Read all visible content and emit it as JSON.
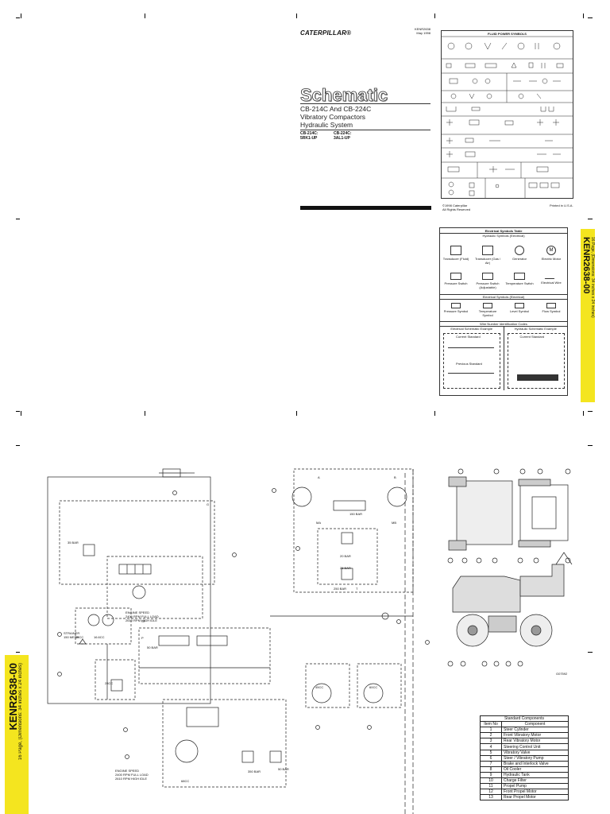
{
  "header": {
    "brand": "CATERPILLAR®",
    "doc_number": "KENR2638",
    "doc_date": "May 1998",
    "title": "Schematic",
    "subtitle_lines": [
      "CB-214C And CB-224C",
      "Vibratory Compactors",
      "Hydraulic System"
    ],
    "model_left_name": "CB-214C:",
    "model_left_sn": "5RK1-UP",
    "model_right_name": "CB-224C:",
    "model_right_sn": "3AL1-UP",
    "copyright_lines": [
      "©1998 Caterpillar",
      "All Rights Reserved"
    ],
    "printed": "Printed in U.S.A."
  },
  "fluid_power": {
    "title": "FLUID POWER SYMBOLS"
  },
  "electrical_table": {
    "title": "Electrical Symbols Table",
    "hydraulic_header": "Hydraulic Symbols (Electrical)",
    "symbols_row1": [
      "Transducer (Fluid)",
      "Transducer (Gas / Air)",
      "Generator",
      "Electric Motor"
    ],
    "symbols_row2": [
      "Pressure Switch",
      "Pressure Switch (Adjustable)",
      "Temperature Switch",
      "Electrical Wire"
    ],
    "electrical_header": "Electrical Symbols (Electrical)",
    "electrical_symbols": [
      "Pressure Symbol",
      "Temperature Symbol",
      "Level Symbol",
      "Flow Symbol"
    ],
    "wire_header": "Wire Number Identification Codes",
    "elec_example": "Electrical Schematic Example",
    "hyd_example": "Hydraulic Schematic Example",
    "current_standard": "Current Standard",
    "previous_standard": "Previous Standard"
  },
  "side_tab": {
    "code": "KENR2638-00",
    "pages": "16 Page, (Dimensions: 34 inches x 24 inches)"
  },
  "schematic_labels": {
    "engine_speed_1": [
      "ENGINE SPEED",
      "2400 RPM FULL LOAD",
      "2610 RPM HIGH IDLE"
    ],
    "engine_speed_2": [
      "ENGINE SPEED",
      "2400 RPM FULL LOAD",
      "2610 RPM HIGH IDLE"
    ],
    "strainer": [
      "STRAINER",
      "150 MESH"
    ],
    "pressures": [
      "35 BAR",
      "50 BAR",
      "150 BAR",
      "20 BAR",
      "25 BAR",
      "250 BAR",
      "350 BAR",
      "50 BAR"
    ],
    "displacements": [
      "35CC",
      "16.6CC",
      "45CC",
      "60CC",
      "68CC",
      "28CC"
    ],
    "ports": [
      "A",
      "B",
      "T",
      "P",
      "MA",
      "MB",
      "SP",
      "G"
    ],
    "figure_code": "G07592"
  },
  "components_table": {
    "title": "Standard Components",
    "col_item": "Item No",
    "col_component": "Component",
    "rows": [
      [
        "1",
        "Steer Cylinder"
      ],
      [
        "2",
        "Front Vibratory Motor"
      ],
      [
        "3",
        "Rear Vibratory Motor"
      ],
      [
        "4",
        "Steering Control Unit"
      ],
      [
        "5",
        "Vibratory Valve"
      ],
      [
        "6",
        "Steer / Vibratory Pump"
      ],
      [
        "7",
        "Brake and Interlock Valve"
      ],
      [
        "8",
        "Oil Cooler"
      ],
      [
        "9",
        "Hydraulic Tank"
      ],
      [
        "10",
        "Charge Filter"
      ],
      [
        "11",
        "Propel Pump"
      ],
      [
        "12",
        "Front Propel Motor"
      ],
      [
        "13",
        "Rear Propel Motor"
      ]
    ]
  }
}
